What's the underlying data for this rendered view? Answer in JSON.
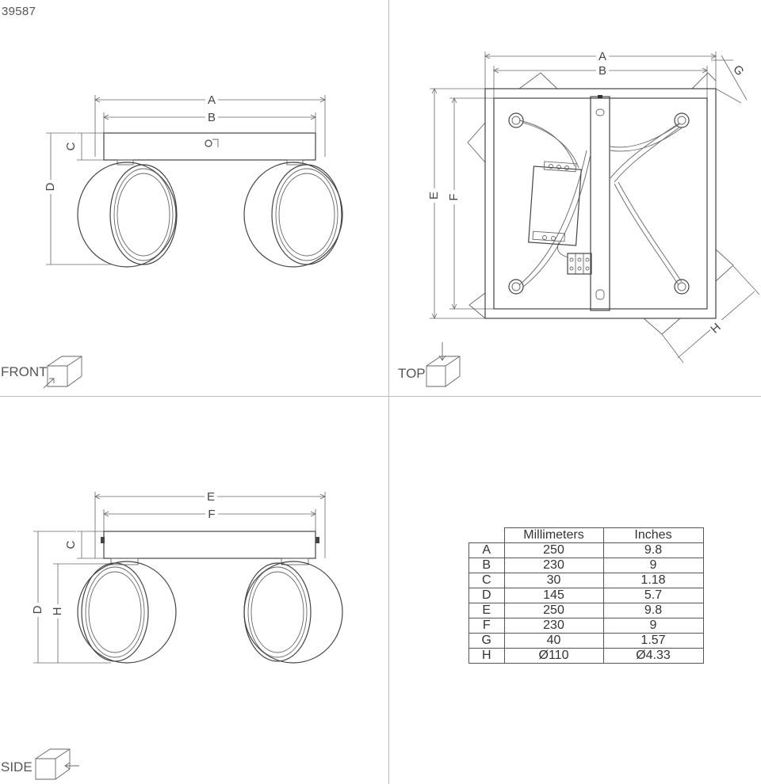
{
  "product_code": "39587",
  "views": {
    "front": "FRONT",
    "top": "TOP",
    "side": "SIDE"
  },
  "dimension_letters": [
    "A",
    "B",
    "C",
    "D",
    "E",
    "F",
    "G",
    "H"
  ],
  "table": {
    "headers": [
      "",
      "Millimeters",
      "Inches"
    ],
    "rows": [
      {
        "key": "A",
        "mm": "250",
        "in": "9.8"
      },
      {
        "key": "B",
        "mm": "230",
        "in": "9"
      },
      {
        "key": "C",
        "mm": "30",
        "in": "1.18"
      },
      {
        "key": "D",
        "mm": "145",
        "in": "5.7"
      },
      {
        "key": "E",
        "mm": "250",
        "in": "9.8"
      },
      {
        "key": "F",
        "mm": "230",
        "in": "9"
      },
      {
        "key": "G",
        "mm": "40",
        "in": "1.57"
      },
      {
        "key": "H",
        "mm": "Ø110",
        "in": "Ø4.33"
      }
    ]
  }
}
